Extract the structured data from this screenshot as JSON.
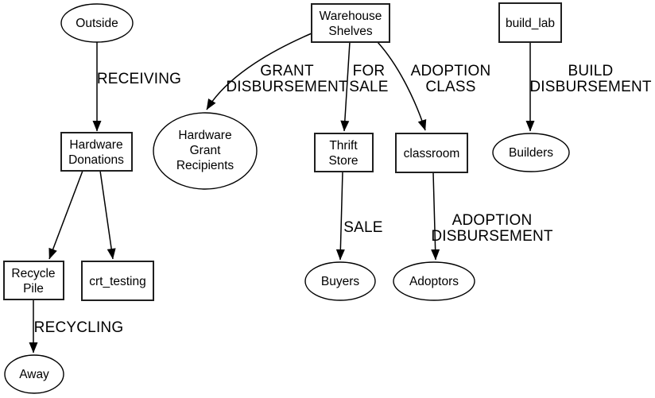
{
  "diagram": {
    "type": "directed-flow-graph",
    "colors": {
      "background": "#ffffff",
      "box_border": "#1f1f1f",
      "edge_line": "#000000",
      "text": "#000000"
    },
    "nodes": {
      "outside": {
        "shape": "ellipse",
        "label": "Outside"
      },
      "hardware_donations": {
        "shape": "box",
        "line1": "Hardware",
        "line2": "Donations"
      },
      "recycle_pile": {
        "shape": "box",
        "line1": "Recycle",
        "line2": "Pile"
      },
      "crt_testing": {
        "shape": "box",
        "label": "crt_testing"
      },
      "away": {
        "shape": "ellipse",
        "label": "Away"
      },
      "warehouse_shelves": {
        "shape": "box",
        "line1": "Warehouse",
        "line2": "Shelves"
      },
      "hardware_grant_recipients": {
        "shape": "ellipse",
        "line1": "Hardware",
        "line2": "Grant",
        "line3": "Recipients"
      },
      "thrift_store": {
        "shape": "box",
        "line1": "Thrift",
        "line2": "Store"
      },
      "classroom": {
        "shape": "box",
        "label": "classroom"
      },
      "build_lab": {
        "shape": "box",
        "label": "build_lab"
      },
      "buyers": {
        "shape": "ellipse",
        "label": "Buyers"
      },
      "adoptors": {
        "shape": "ellipse",
        "label": "Adoptors"
      },
      "builders": {
        "shape": "ellipse",
        "label": "Builders"
      }
    },
    "edge_labels": {
      "receiving": "RECEIVING",
      "grant_disbursement": {
        "line1": "GRANT",
        "line2": "DISBURSEMENT"
      },
      "for_sale": {
        "line1": "FOR",
        "line2": "SALE"
      },
      "adoption_class": {
        "line1": "ADOPTION",
        "line2": "CLASS"
      },
      "build_disbursement": {
        "line1": "BUILD",
        "line2": "DISBURSEMENT"
      },
      "sale": "SALE",
      "adoption_disbursement": {
        "line1": "ADOPTION",
        "line2": "DISBURSEMENT"
      },
      "recycling": "RECYCLING"
    },
    "edges": [
      {
        "from": "Outside",
        "to": "Hardware Donations",
        "label": "RECEIVING"
      },
      {
        "from": "Hardware Donations",
        "to": "Recycle Pile",
        "label": ""
      },
      {
        "from": "Hardware Donations",
        "to": "crt_testing",
        "label": ""
      },
      {
        "from": "Recycle Pile",
        "to": "Away",
        "label": "RECYCLING"
      },
      {
        "from": "Warehouse Shelves",
        "to": "Hardware Grant Recipients",
        "label": "GRANT DISBURSEMENT"
      },
      {
        "from": "Warehouse Shelves",
        "to": "Thrift Store",
        "label": "FOR SALE"
      },
      {
        "from": "Warehouse Shelves",
        "to": "classroom",
        "label": "ADOPTION CLASS"
      },
      {
        "from": "Thrift Store",
        "to": "Buyers",
        "label": "SALE"
      },
      {
        "from": "classroom",
        "to": "Adoptors",
        "label": "ADOPTION DISBURSEMENT"
      },
      {
        "from": "build_lab",
        "to": "Builders",
        "label": "BUILD DISBURSEMENT"
      }
    ]
  }
}
